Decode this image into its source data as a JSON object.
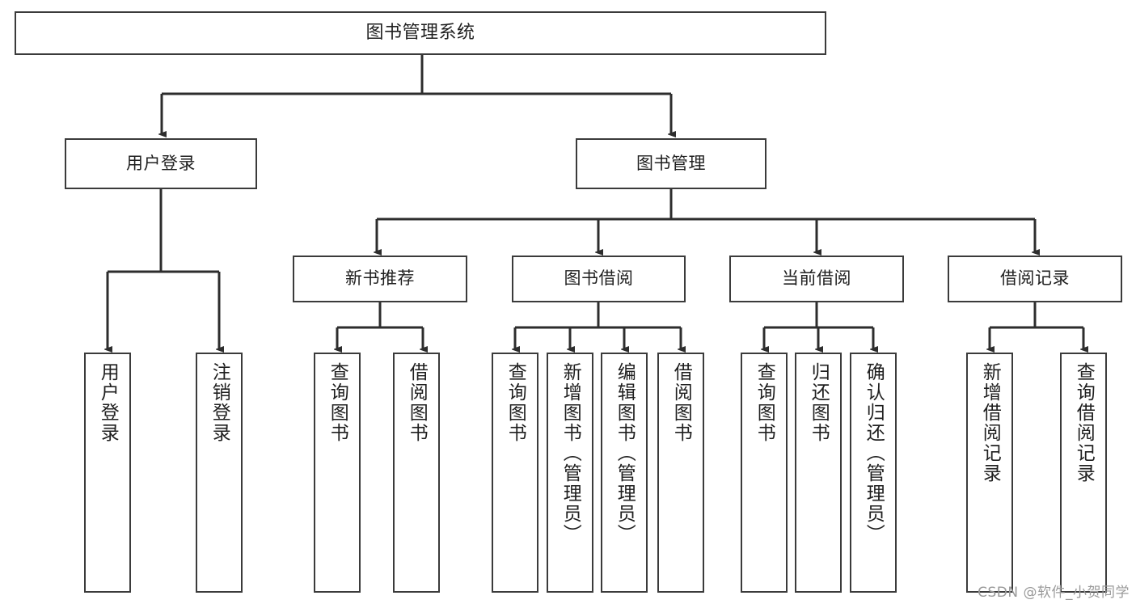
{
  "diagram": {
    "title": "图书管理系统",
    "type": "tree-hierarchy-chart",
    "stroke_color": "#3b3b3b",
    "fill_color": "#ffffff",
    "text_color": "#1f1f1f"
  },
  "nodes": {
    "root": {
      "label": "图书管理系统"
    },
    "level1": [
      {
        "label": "用户登录"
      },
      {
        "label": "图书管理"
      }
    ],
    "level2": [
      {
        "label": "新书推荐"
      },
      {
        "label": "图书借阅"
      },
      {
        "label": "当前借阅"
      },
      {
        "label": "借阅记录"
      }
    ],
    "leaves_user_login": [
      {
        "label": "用户登录"
      },
      {
        "label": "注销登录"
      }
    ],
    "leaves_new_book": [
      {
        "label": "查询图书"
      },
      {
        "label": "借阅图书"
      }
    ],
    "leaves_borrow": [
      {
        "label": "查询图书"
      },
      {
        "label": "新增图书（管理员）"
      },
      {
        "label": "编辑图书（管理员）"
      },
      {
        "label": "借阅图书"
      }
    ],
    "leaves_current": [
      {
        "label": "查询图书"
      },
      {
        "label": "归还图书"
      },
      {
        "label": "确认归还（管理员）"
      }
    ],
    "leaves_record": [
      {
        "label": "新增借阅记录"
      },
      {
        "label": "查询借阅记录"
      }
    ]
  },
  "watermark": {
    "text": "CSDN @软件_小贺同学"
  }
}
